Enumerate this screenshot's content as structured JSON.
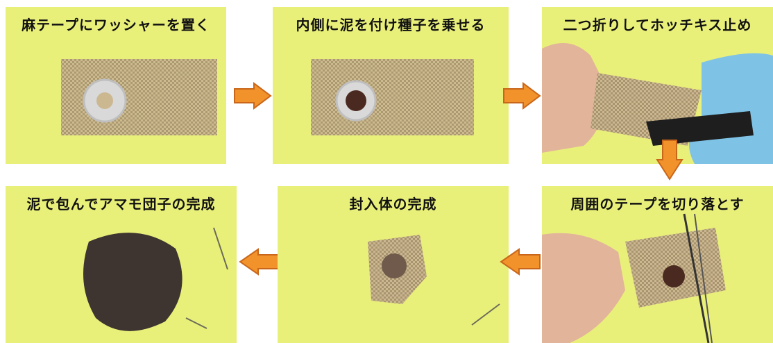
{
  "steps": [
    {
      "label": "麻テープにワッシャーを置く"
    },
    {
      "label": "内側に泥を付け種子を乗せる"
    },
    {
      "label": "二つ折りしてホッチキス止め"
    },
    {
      "label": "泥で包んでアマモ団子の完成"
    },
    {
      "label": "封入体の完成"
    },
    {
      "label": "周囲のテープを切り落とす"
    }
  ],
  "colors": {
    "panel_background": "#e9f07a",
    "arrow": "#f2922a",
    "arrow_stroke": "#c9661a",
    "burlap": "#c8b48c",
    "mud": "#3e3430",
    "glove": "#7ec3e6",
    "skin": "#e2b49a"
  }
}
